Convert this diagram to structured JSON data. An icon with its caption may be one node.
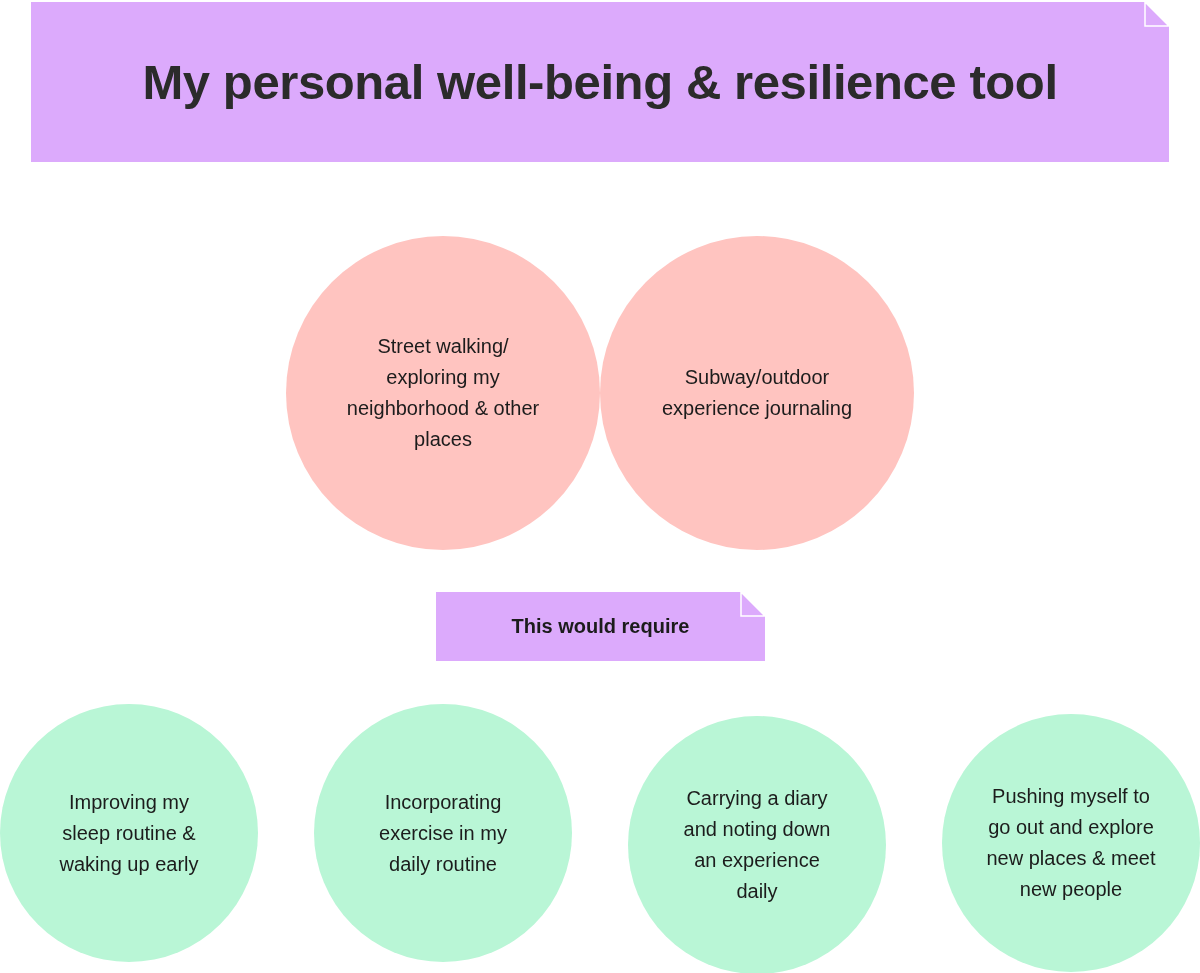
{
  "diagram": {
    "title": "My personal well-being & resilience tool",
    "nodes": [
      {
        "text": [
          "Street walking/ exploring my neighborhood & other places"
        ]
      },
      {
        "text": [
          "Subway/outdoor experience journaling"
        ]
      },
      {
        "text": [
          "This would require"
        ]
      },
      {
        "text": [
          "Improving my sleep routine & waking up early"
        ]
      },
      {
        "text": [
          "Incorporating exercise in my daily routine"
        ]
      },
      {
        "text": [
          "Carrying a diary and noting down an experience daily"
        ]
      },
      {
        "text": [
          "Pushing myself to go out and explore new places & meet new people"
        ]
      }
    ]
  }
}
